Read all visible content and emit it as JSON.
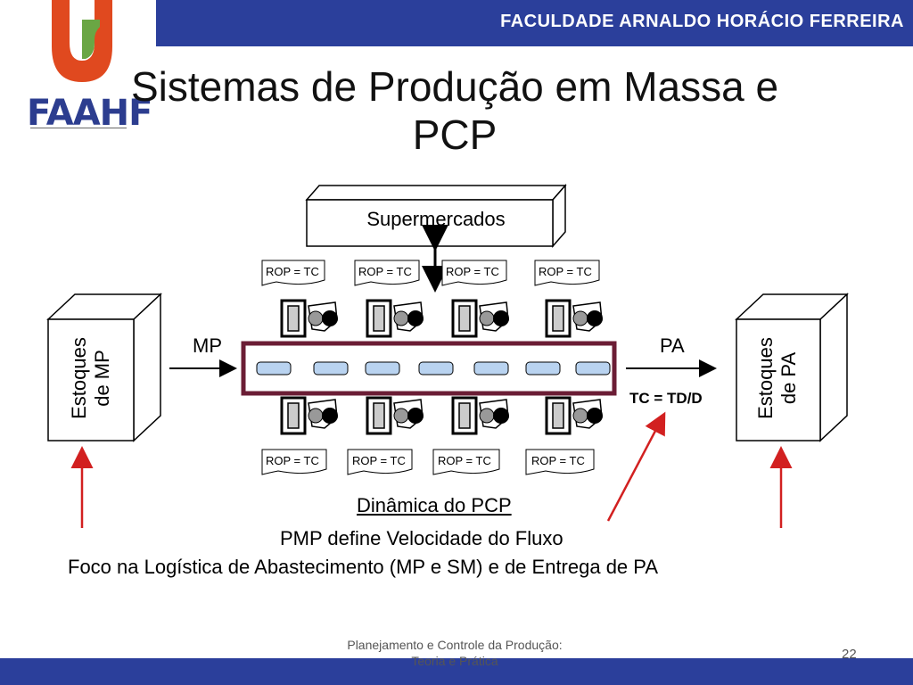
{
  "header": {
    "institution": "FACULDADE ARNALDO HORÁCIO FERREIRA"
  },
  "logo": {
    "text": "FAAHF"
  },
  "title": {
    "line1": "Sistemas de Produção em Massa e",
    "line2": "PCP"
  },
  "diagram": {
    "supermarket": "Supermercados",
    "rop_label": "ROP = TC",
    "stock_left": {
      "line1": "Estoques",
      "line2": "de MP"
    },
    "stock_right": {
      "line1": "Estoques",
      "line2": "de PA"
    },
    "input_label": "MP",
    "output_label": "PA",
    "formula": "TC = TD/D"
  },
  "body": {
    "dynamics_heading": "Dinâmica do PCP",
    "line1": "PMP define Velocidade do Fluxo",
    "line2": "Foco na Logística de Abastecimento (MP e SM) e de Entrega de PA"
  },
  "footer": {
    "line1": "Planejamento e Controle da Produção:",
    "line2": "Teoria e Prática",
    "page": "22"
  },
  "colors": {
    "header_bar": "#2b3f9b",
    "conveyor": "#6b1d35",
    "arrow_red": "#d22020",
    "logo_blue": "#2c3d8f",
    "logo_orange": "#e0491f",
    "logo_green": "#6aa644"
  }
}
